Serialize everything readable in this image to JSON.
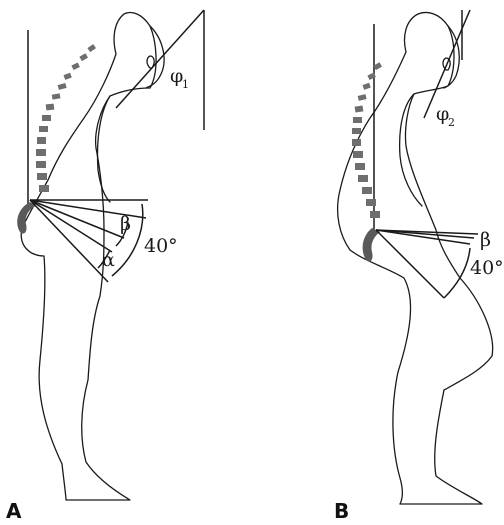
{
  "panels": [
    {
      "letter": "A",
      "head_angle": {
        "symbol": "φ",
        "subscript": "1"
      },
      "pelvic_labels": {
        "beta": "β",
        "alpha": "α",
        "angle_value": "40°"
      }
    },
    {
      "letter": "B",
      "head_angle": {
        "symbol": "φ",
        "subscript": "2"
      },
      "pelvic_labels": {
        "beta": "β",
        "angle_value": "40°"
      }
    }
  ]
}
